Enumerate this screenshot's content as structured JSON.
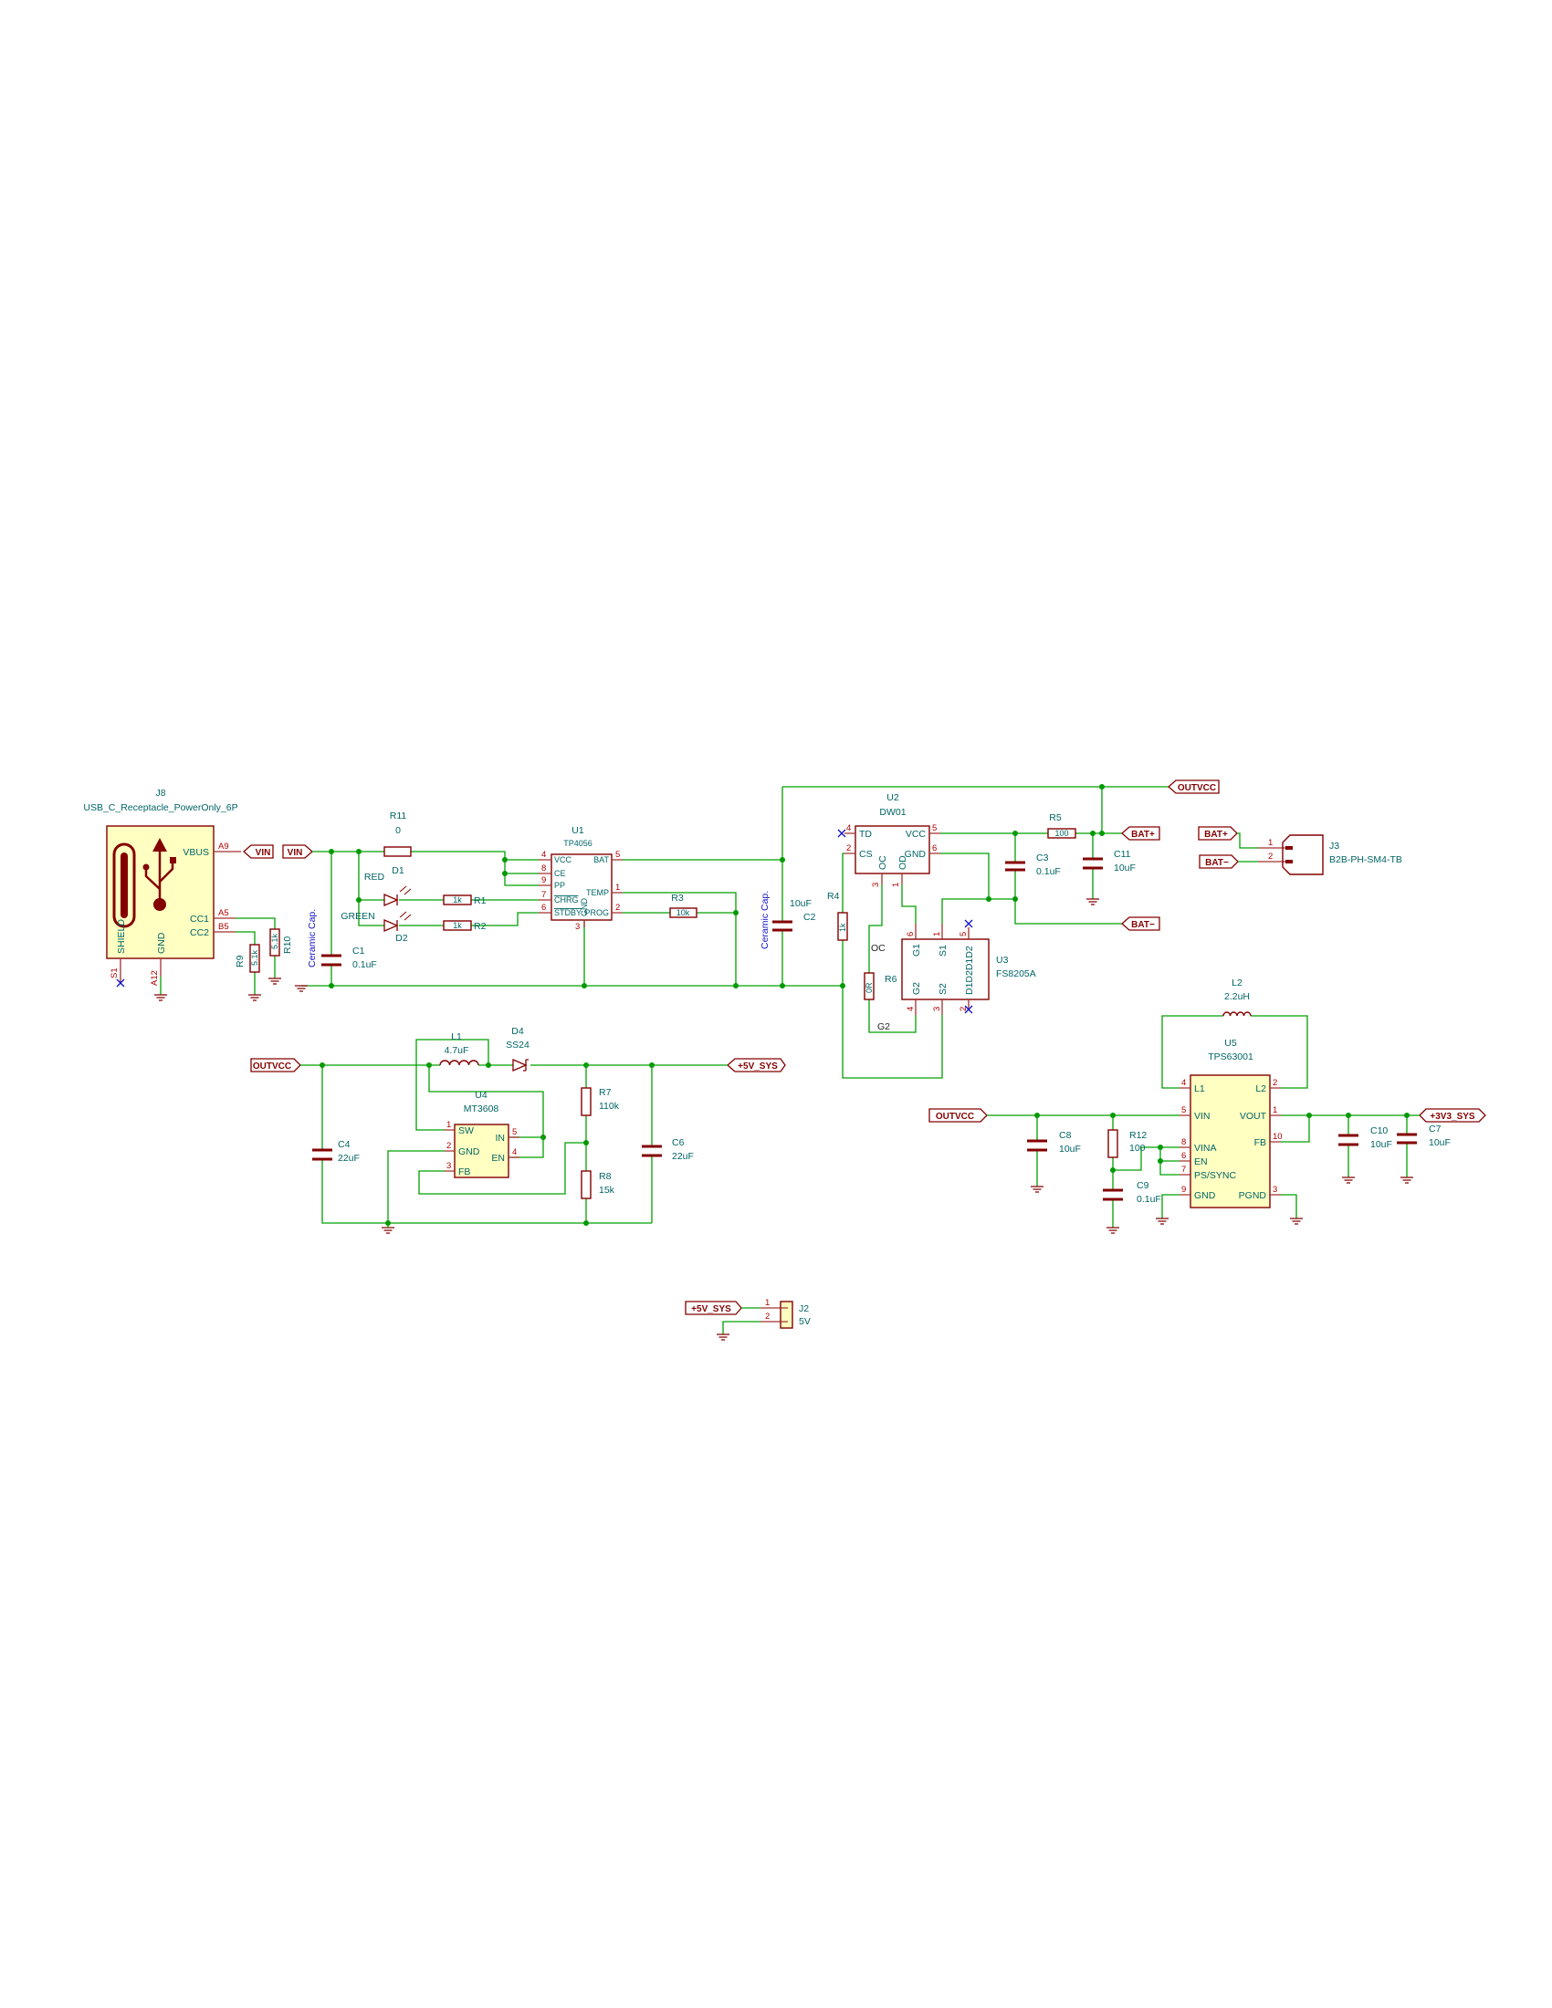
{
  "j8": {
    "ref": "J8",
    "value": "USB_C_Receptacle_PowerOnly_6P",
    "pin_names": {
      "vbus": "VBUS",
      "cc1": "CC1",
      "cc2": "CC2",
      "shield": "SHIELD",
      "gnd": "GND"
    },
    "pin_numbers": {
      "vbus": "A9",
      "cc1": "A5",
      "cc2": "B5",
      "shield": "S1",
      "gnd": "A12"
    }
  },
  "r9": {
    "ref": "R9",
    "value": "5.1k"
  },
  "r10": {
    "ref": "R10",
    "value": "5.1k"
  },
  "r11": {
    "ref": "R11",
    "value": "0"
  },
  "c1": {
    "ref": "C1",
    "value": "0.1uF",
    "note": "Ceramic Cap."
  },
  "d1": {
    "ref": "D1",
    "color": "RED"
  },
  "d2": {
    "ref": "D2",
    "color": "GREEN"
  },
  "r1": {
    "ref": "R1",
    "value": "1k"
  },
  "r2": {
    "ref": "R2",
    "value": "1k"
  },
  "u1": {
    "ref": "U1",
    "value": "TP4056",
    "pin_names": {
      "vcc": "VCC",
      "ce": "CE",
      "pp": "PP",
      "chrg": "CHRG",
      "stdby": "STDBY",
      "bat": "BAT",
      "temp": "TEMP",
      "prog": "PROG",
      "gnd": "GND"
    },
    "pin_numbers": {
      "vcc": "4",
      "ce": "8",
      "pp": "9",
      "chrg": "7",
      "stdby": "6",
      "bat": "5",
      "temp": "1",
      "prog": "2",
      "gnd": "3"
    }
  },
  "r3": {
    "ref": "R3",
    "value": "10k"
  },
  "c2": {
    "ref": "C2",
    "value": "10uF",
    "note": "Ceramic Cap."
  },
  "r4": {
    "ref": "R4",
    "value": "1k"
  },
  "u2": {
    "ref": "U2",
    "value": "DW01",
    "pin_names": {
      "td": "TD",
      "cs": "CS",
      "vcc": "VCC",
      "gnd": "GND",
      "oc": "OC",
      "od": "OD"
    },
    "pin_numbers": {
      "td": "4",
      "cs": "2",
      "vcc": "5",
      "gnd": "6",
      "oc": "3",
      "od": "1"
    }
  },
  "r5": {
    "ref": "R5",
    "value": "100"
  },
  "c3": {
    "ref": "C3",
    "value": "0.1uF"
  },
  "c11": {
    "ref": "C11",
    "value": "10uF"
  },
  "r6": {
    "ref": "R6",
    "value": "0R"
  },
  "u3": {
    "ref": "U3",
    "value": "FS8205A",
    "pin_names": {
      "g1": "G1",
      "s1": "S1",
      "d_top": "D1D2D1D2",
      "g2": "G2",
      "s2": "S2"
    },
    "pin_numbers": {
      "g1": "6",
      "s1": "1",
      "d_top": "5",
      "g2": "4",
      "s2": "3",
      "d_bot": "2"
    }
  },
  "j3": {
    "ref": "J3",
    "value": "B2B-PH-SM4-TB",
    "pin_numbers": {
      "p1": "1",
      "p2": "2"
    }
  },
  "net_names": {
    "oc": "OC",
    "g2": "G2"
  },
  "net_labels": {
    "vin_a": "VIN",
    "vin_b": "VIN",
    "outvcc_top": "OUTVCC",
    "bat_plus": "BAT+",
    "bat_minus": "BAT−",
    "j3_bat_plus": "BAT+",
    "j3_bat_minus": "BAT−",
    "outvcc_boost": "OUTVCC",
    "v5_sys": "+5V_SYS",
    "outvcc_buck": "OUTVCC",
    "v3v3_sys": "+3V3_SYS",
    "j2_v5_sys": "+5V_SYS"
  },
  "l1": {
    "ref": "L1",
    "value": "4.7uF"
  },
  "d4": {
    "ref": "D4",
    "value": "SS24"
  },
  "u4": {
    "ref": "U4",
    "value": "MT3608",
    "pin_names": {
      "sw": "SW",
      "gnd": "GND",
      "fb": "FB",
      "in": "IN",
      "en": "EN"
    },
    "pin_numbers": {
      "sw": "1",
      "gnd": "2",
      "fb": "3",
      "in": "5",
      "en": "4"
    }
  },
  "c4": {
    "ref": "C4",
    "value": "22uF"
  },
  "r7": {
    "ref": "R7",
    "value": "110k"
  },
  "r8": {
    "ref": "R8",
    "value": "15k"
  },
  "c6": {
    "ref": "C6",
    "value": "22uF"
  },
  "l2": {
    "ref": "L2",
    "value": "2.2uH"
  },
  "u5": {
    "ref": "U5",
    "value": "TPS63001",
    "pin_names": {
      "l1": "L1",
      "vin": "VIN",
      "vina": "VINA",
      "en": "EN",
      "ps": "PS/SYNC",
      "gnd": "GND",
      "l2": "L2",
      "vout": "VOUT",
      "fb": "FB",
      "pgnd": "PGND"
    },
    "pin_numbers": {
      "l1": "4",
      "vin": "5",
      "vina": "8",
      "en": "6",
      "ps": "7",
      "gnd": "9",
      "l2": "2",
      "vout": "1",
      "fb": "10",
      "pgnd": "3"
    }
  },
  "c8": {
    "ref": "C8",
    "value": "10uF"
  },
  "r12": {
    "ref": "R12",
    "value": "100"
  },
  "c9": {
    "ref": "C9",
    "value": "0.1uF"
  },
  "c10": {
    "ref": "C10",
    "value": "10uF"
  },
  "c7": {
    "ref": "C7",
    "value": "10uF"
  },
  "j2": {
    "ref": "J2",
    "value": "5V",
    "pin_numbers": {
      "p1": "1",
      "p2": "2"
    }
  }
}
